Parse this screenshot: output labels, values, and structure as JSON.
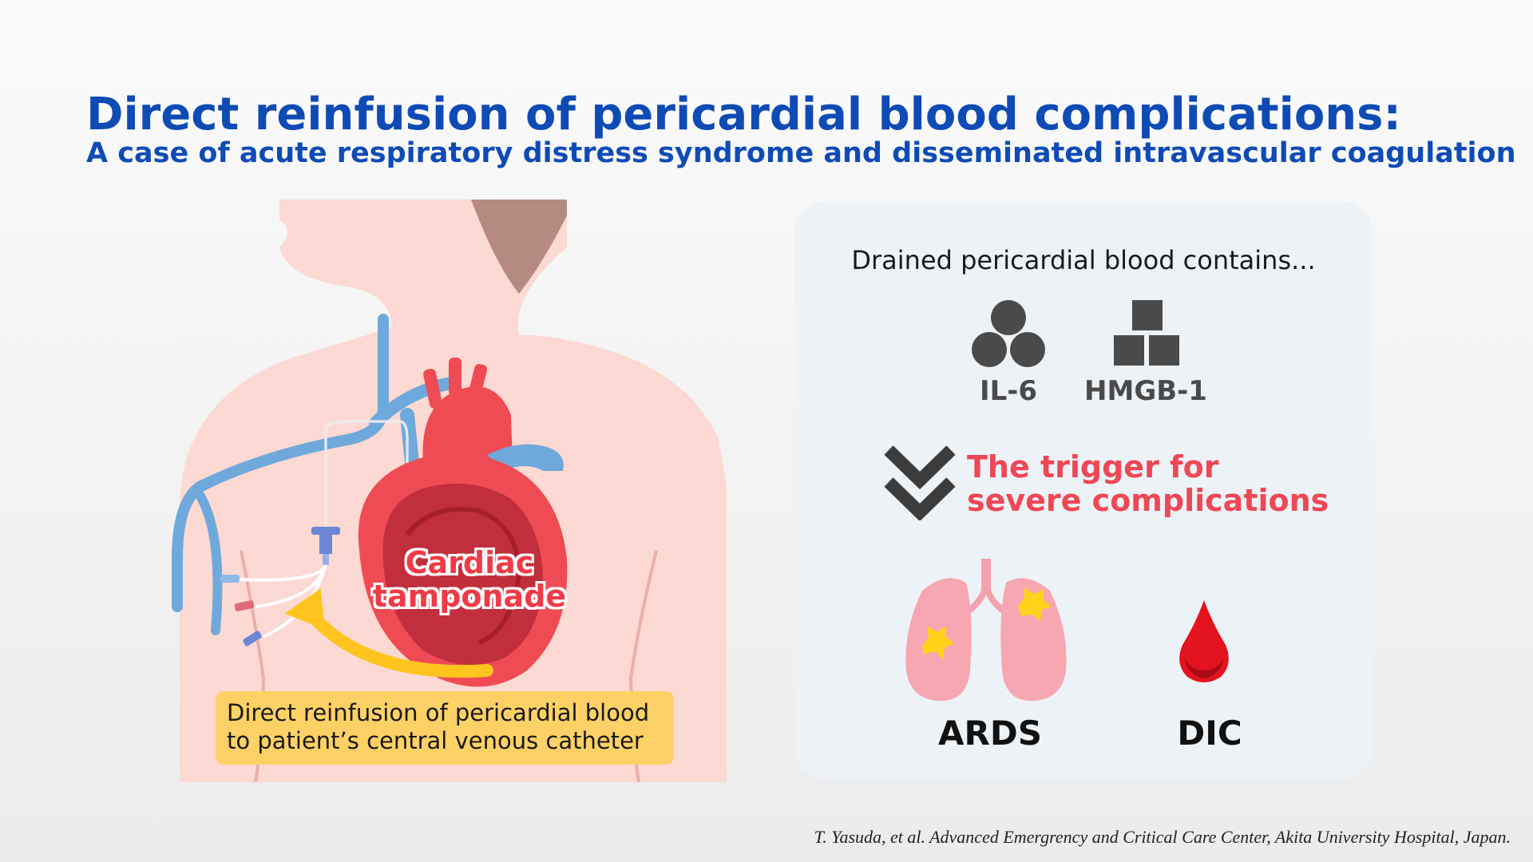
{
  "title": "Direct reinfusion of pericardial blood complications:",
  "subtitle": "A case of acute respiratory distress syndrome and disseminated intravascular coagulation",
  "illustration": {
    "heart_label_line1": "Cardiac",
    "heart_label_line2": "tamponade",
    "reinfusion_line1": "Direct reinfusion  of pericardial blood",
    "reinfusion_line2": "to patient’s central venous catheter"
  },
  "panel": {
    "drained_text": "Drained pericardial blood contains...",
    "molecules": [
      {
        "label": "IL-6",
        "icon": "circles-cluster-icon"
      },
      {
        "label": "HMGB-1",
        "icon": "stacked-squares-icon"
      }
    ],
    "trigger_line1": "The trigger for",
    "trigger_line2": "severe complications",
    "conditions": [
      {
        "label": "ARDS",
        "icon": "lungs-icon"
      },
      {
        "label": "DIC",
        "icon": "blood-drop-icon"
      }
    ]
  },
  "citation": "T.  Yasuda, et al. Advanced Emergrency and Critical Care Center, Akita University Hospital, Japan.",
  "colors": {
    "title_blue": "#0f4bb5",
    "trigger_red": "#ee4755",
    "box_yellow": "#fed166",
    "panel_bg": "#edf2f7",
    "skin": "#fcd9d2",
    "vein_blue": "#6fa9dc",
    "heart_red": "#ef4b55"
  }
}
